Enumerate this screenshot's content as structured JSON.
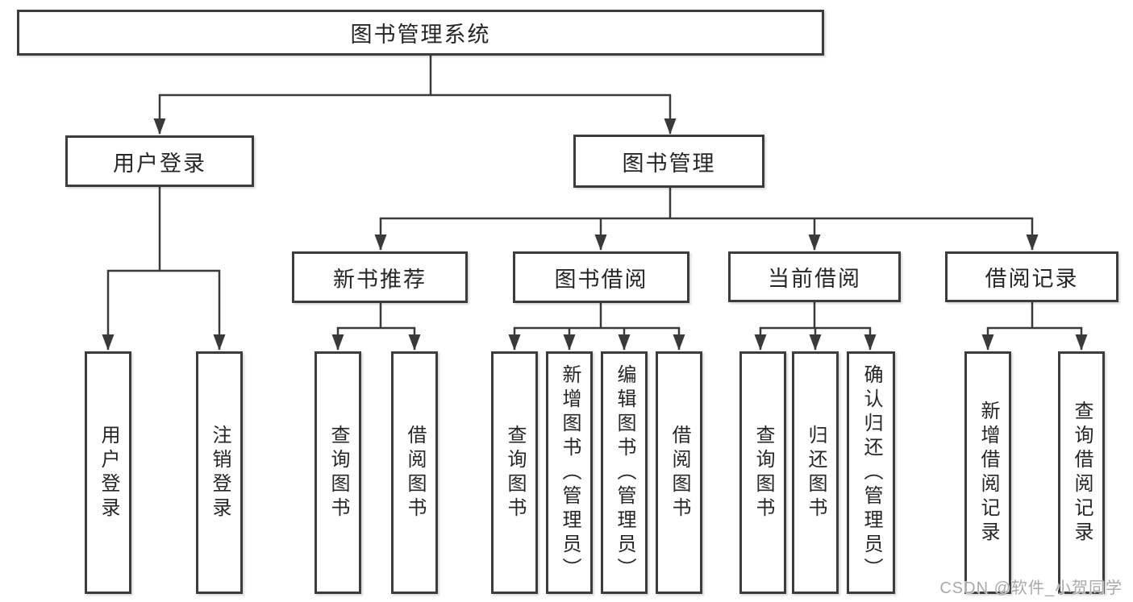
{
  "diagram": {
    "root": {
      "label": "图书管理系统"
    },
    "level2": {
      "login": {
        "label": "用户登录"
      },
      "mgmt": {
        "label": "图书管理"
      }
    },
    "level3": [
      {
        "label": "新书推荐"
      },
      {
        "label": "图书借阅"
      },
      {
        "label": "当前借阅"
      },
      {
        "label": "借阅记录"
      }
    ],
    "leaves": {
      "login": [
        {
          "label": "用户登录"
        },
        {
          "label": "注销登录"
        }
      ],
      "newbook": [
        {
          "label": "查询图书"
        },
        {
          "label": "借阅图书"
        }
      ],
      "borrow": [
        {
          "label": "查询图书"
        },
        {
          "label": "新增图书（管理员）"
        },
        {
          "label": "编辑图书（管理员）"
        },
        {
          "label": "借阅图书"
        }
      ],
      "current": [
        {
          "label": "查询图书"
        },
        {
          "label": "归还图书"
        },
        {
          "label": "确认归还（管理员）"
        }
      ],
      "record": [
        {
          "label": "新增借阅记录"
        },
        {
          "label": "查询借阅记录"
        }
      ]
    },
    "line_color": "#3a3a3a"
  },
  "watermark": {
    "text": "CSDN @软件_小贺同学"
  }
}
